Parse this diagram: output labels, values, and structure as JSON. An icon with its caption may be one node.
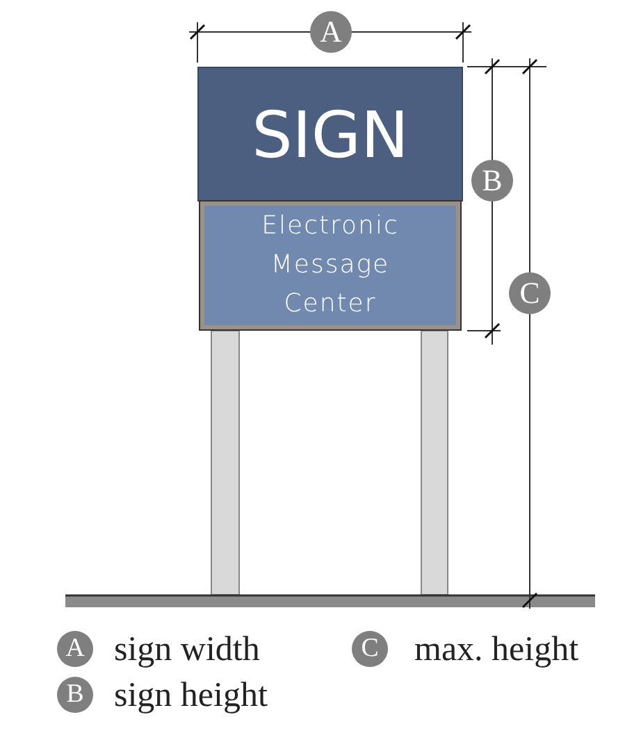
{
  "diagram": {
    "nodes": [
      {
        "text": [
          "SIGN"
        ]
      },
      {
        "text": [
          "Electronic Message Center"
        ]
      }
    ],
    "edges": [],
    "labels": [
      "A",
      "B",
      "C",
      "A",
      "C",
      "B"
    ],
    "legend": [
      {
        "text": "sign width"
      },
      {
        "text": "max. height"
      },
      {
        "text": "sign height"
      }
    ]
  }
}
